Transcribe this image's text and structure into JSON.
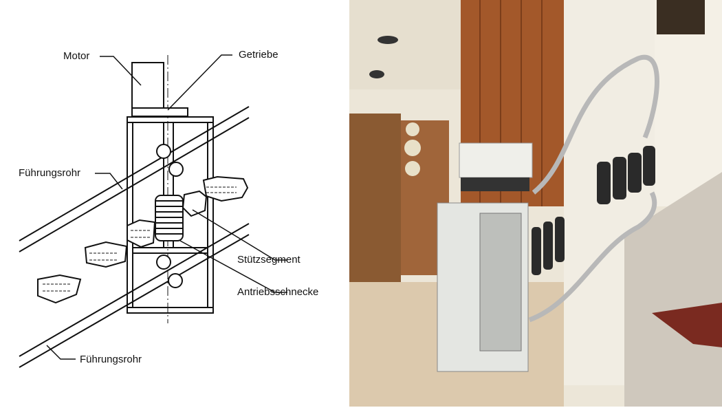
{
  "diagram": {
    "labels": {
      "motor": "Motor",
      "getriebe": "Getriebe",
      "fuehrungsrohr_top": "Führungsrohr",
      "stuetzsegment": "Stützsegment",
      "antriebsschnecke": "Antriebsschnecke",
      "fuehrungsrohr_bottom": "Führungsrohr"
    }
  },
  "photo": {
    "subject": "stair-lift-platform",
    "colors": {
      "wood": "#a3582a",
      "wall": "#ece6d8",
      "floor": "#dcc9ad",
      "stairs": "#cfc8bd"
    }
  }
}
